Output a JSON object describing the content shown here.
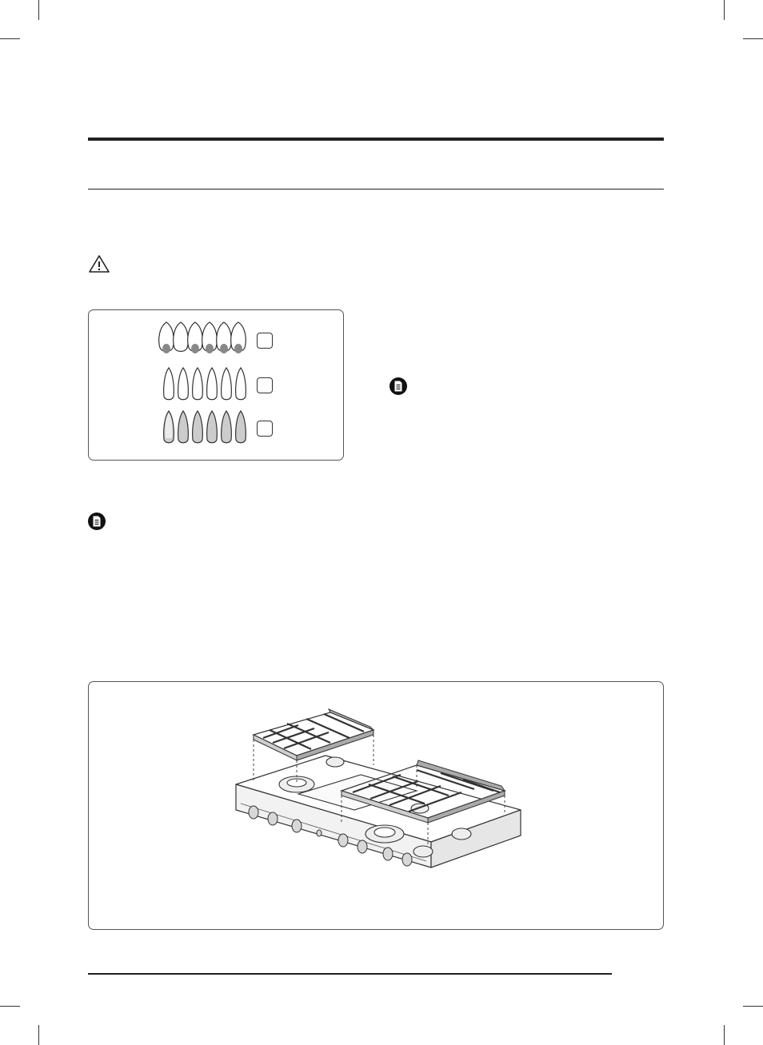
{
  "icons": {
    "warning": "warning-triangle-icon",
    "note": "note-icon"
  },
  "flame_diagram": {
    "rows": [
      {
        "style": "yellow-tipped",
        "flames": 6,
        "label": ""
      },
      {
        "style": "clear",
        "flames": 6,
        "label": ""
      },
      {
        "style": "blue-steady",
        "flames": 6,
        "label": ""
      }
    ]
  },
  "cooktop_figure": {
    "caption": ""
  }
}
